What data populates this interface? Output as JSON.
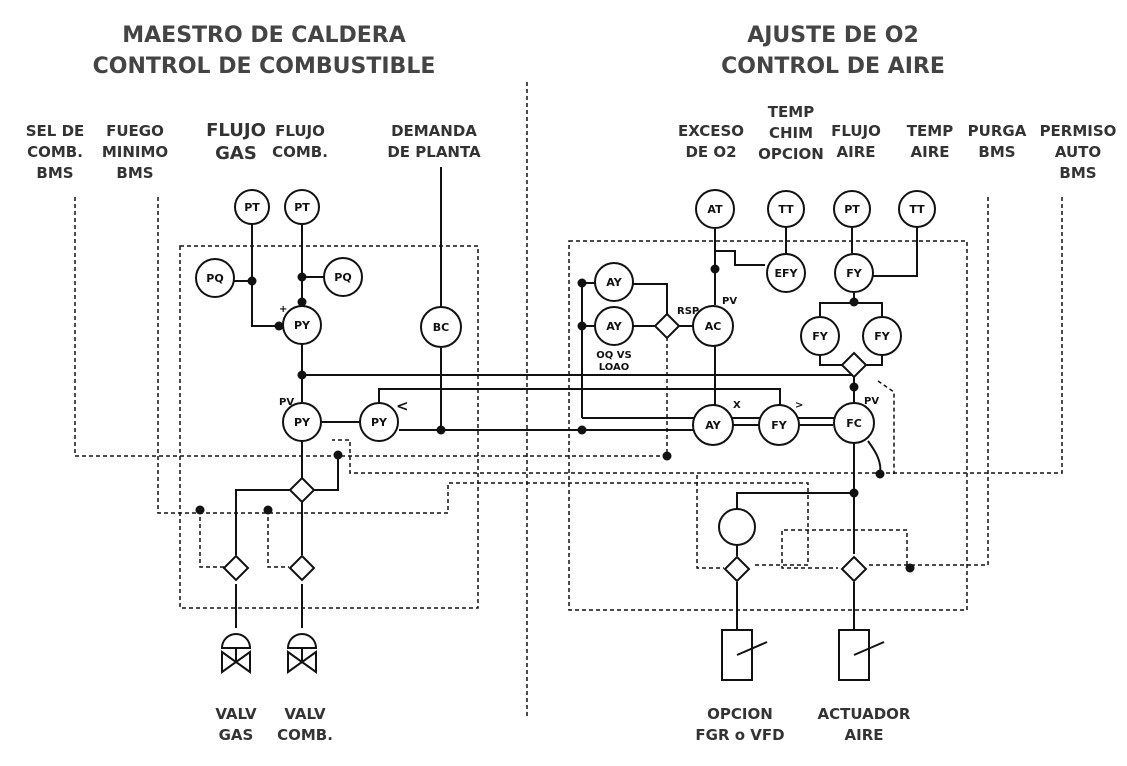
{
  "titles": {
    "left_line1": "MAESTRO DE CALDERA",
    "left_line2": "CONTROL DE COMBUSTIBLE",
    "right_line1": "AJUSTE DE O2",
    "right_line2": "CONTROL DE AIRE"
  },
  "inputs": {
    "sel_comb": [
      "SEL DE",
      "COMB.",
      "BMS"
    ],
    "fuego_minimo": [
      "FUEGO",
      "MINIMO",
      "BMS"
    ],
    "flujo_gas": [
      "FLUJO",
      "GAS"
    ],
    "flujo_comb": [
      "FLUJO",
      "COMB."
    ],
    "demanda_planta": [
      "DEMANDA",
      "DE PLANTA"
    ],
    "exceso_o2": [
      "EXCESO",
      "DE O2"
    ],
    "temp_chim": [
      "TEMP",
      "CHIM",
      "OPCION"
    ],
    "flujo_aire": [
      "FLUJO",
      "AIRE"
    ],
    "temp_aire": [
      "TEMP",
      "AIRE"
    ],
    "purga_bms": [
      "PURGA",
      "BMS"
    ],
    "permiso_auto": [
      "PERMISO",
      "AUTO",
      "BMS"
    ]
  },
  "instruments": {
    "pt": "PT",
    "pq": "PQ",
    "py": "PY",
    "bc": "BC",
    "at": "AT",
    "tt": "TT",
    "efy": "EFY",
    "fy": "FY",
    "ay": "AY",
    "ac": "AC",
    "fc": "FC"
  },
  "annotations": {
    "plus": "+",
    "pv": "PV",
    "less": "<",
    "rsp": "RSP",
    "oq_vs": "OQ VS",
    "loao": "LOAO",
    "x": "X",
    "greater": ">"
  },
  "outputs": {
    "valv_gas": [
      "VALV",
      "GAS"
    ],
    "valv_comb": [
      "VALV",
      "COMB."
    ],
    "opcion_fgr": [
      "OPCION",
      "FGR o VFD"
    ],
    "actuador_aire": [
      "ACTUADOR",
      "AIRE"
    ]
  }
}
